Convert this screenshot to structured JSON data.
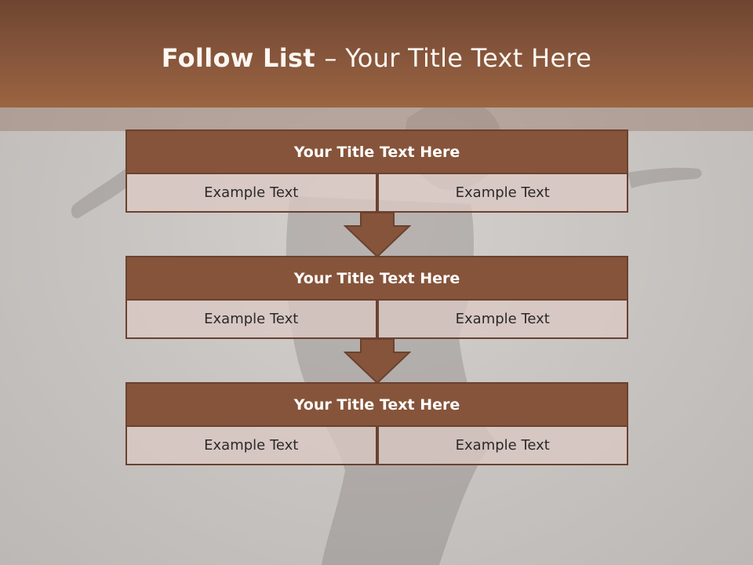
{
  "header": {
    "title_bold": "Follow List ",
    "title_sep": " – ",
    "title_rest": "Your Title Text Here"
  },
  "steps": [
    {
      "title": "Your Title Text Here",
      "left": "Example Text",
      "right": "Example Text"
    },
    {
      "title": "Your Title Text Here",
      "left": "Example Text",
      "right": "Example Text"
    },
    {
      "title": "Your Title Text Here",
      "left": "Example Text",
      "right": "Example Text"
    }
  ],
  "colors": {
    "header_brown": "#85553b",
    "box_brown": "#86543a",
    "border_brown": "#6a4230"
  },
  "icons": [
    "down-arrow-icon",
    "down-arrow-icon"
  ]
}
